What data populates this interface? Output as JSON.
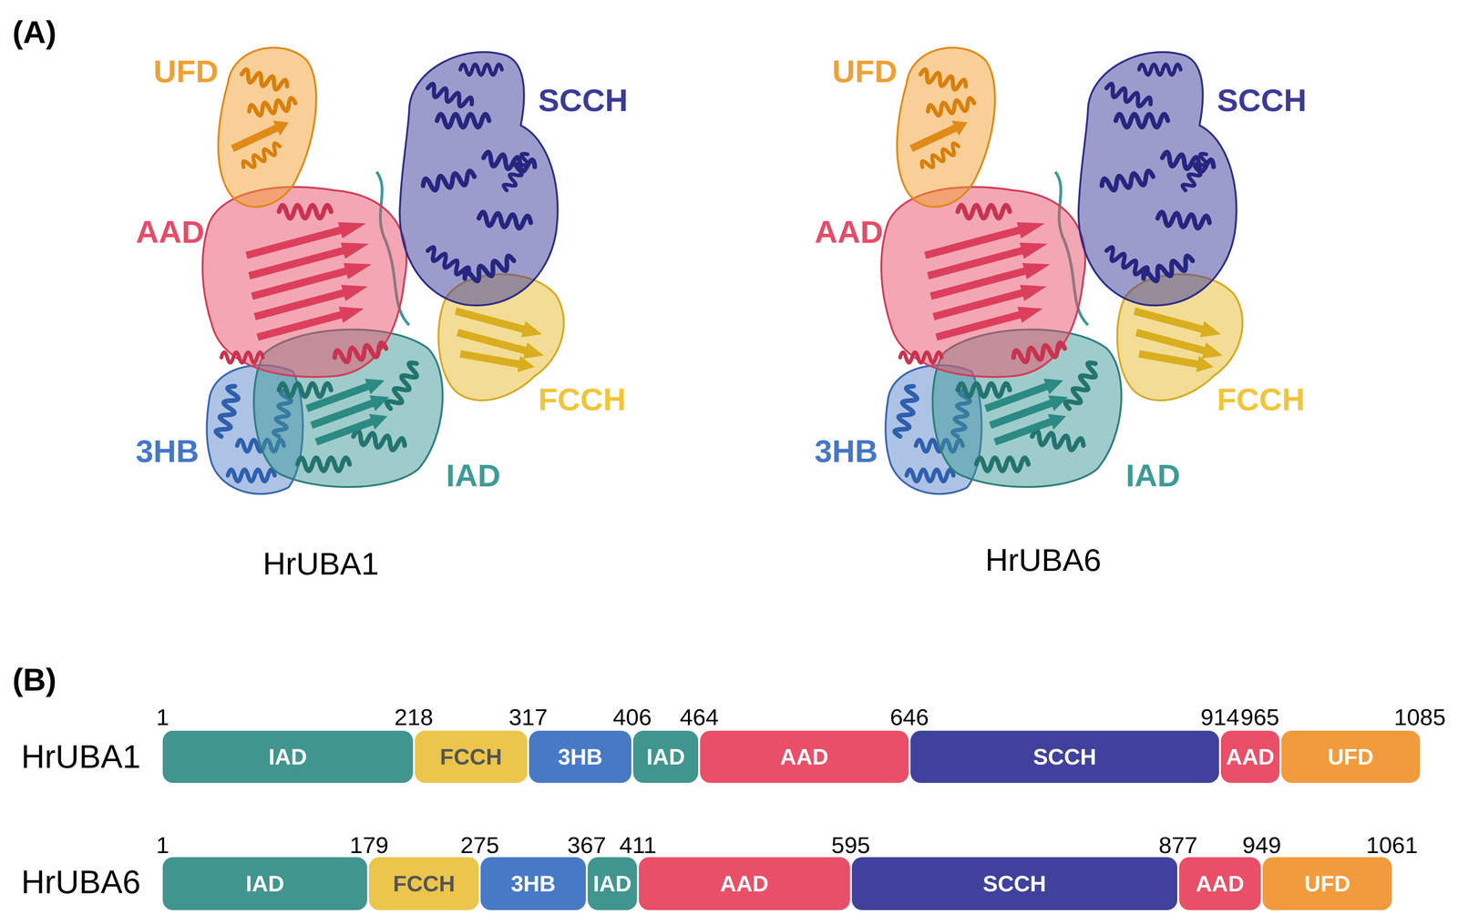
{
  "diagram": {
    "nodes": [
      {
        "text": [
          "IAD"
        ]
      },
      {
        "text": [
          "FCCH"
        ]
      },
      {
        "text": [
          "3HB"
        ]
      },
      {
        "text": [
          "IAD"
        ]
      },
      {
        "text": [
          "AAD"
        ]
      },
      {
        "text": [
          "SCCH"
        ]
      },
      {
        "text": [
          "AAD"
        ]
      },
      {
        "text": [
          "UFD"
        ]
      },
      {
        "text": [
          "IAD"
        ]
      },
      {
        "text": [
          "FCCH"
        ]
      },
      {
        "text": [
          "3HB"
        ]
      },
      {
        "text": [
          "IAD"
        ]
      },
      {
        "text": [
          "AAD"
        ]
      },
      {
        "text": [
          "SCCH"
        ]
      },
      {
        "text": [
          "AAD"
        ]
      },
      {
        "text": [
          "UFD"
        ]
      }
    ],
    "labels": [
      "(A)",
      "UFD",
      "SCCH",
      "AAD",
      "FCCH",
      "3HB",
      "IAD",
      "HrUBA1",
      "UFD",
      "SCCH",
      "AAD",
      "FCCH",
      "3HB",
      "IAD",
      "HrUBA6",
      "(B)",
      "1",
      "218",
      "317",
      "406",
      "464",
      "646",
      "914",
      "965",
      "1085",
      "HrUBA1",
      "1",
      "179",
      "275",
      "367",
      "411",
      "595",
      "877",
      "949",
      "1061",
      "HrUBA6"
    ]
  }
}
